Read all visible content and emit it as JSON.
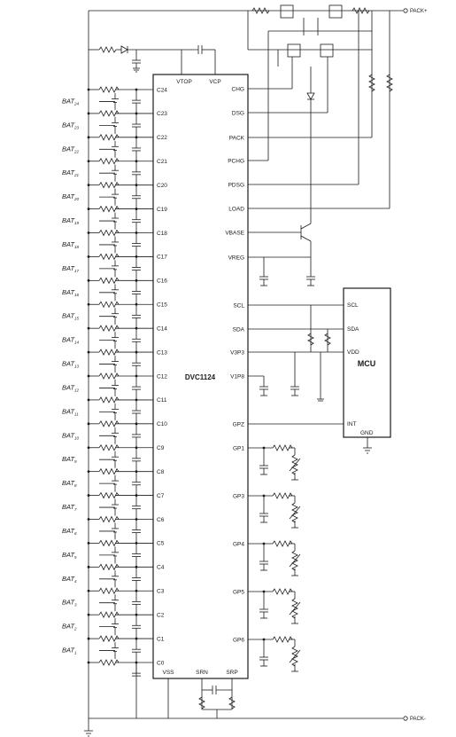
{
  "chip": {
    "name": "DVC1124",
    "left_pins": [
      "C24",
      "C23",
      "C22",
      "C21",
      "C20",
      "C19",
      "C18",
      "C17",
      "C16",
      "C15",
      "C14",
      "C13",
      "C12",
      "C11",
      "C10",
      "C9",
      "C8",
      "C7",
      "C6",
      "C5",
      "C4",
      "C3",
      "C2",
      "C1",
      "C0"
    ],
    "top_pins": [
      "VTOP",
      "VCP"
    ],
    "bottom_pins": [
      "VSS",
      "SRN",
      "SRP"
    ],
    "right_pins": [
      "CHG",
      "DSG",
      "PACK",
      "PCHG",
      "PDSG",
      "LOAD",
      "VBASE",
      "VREG",
      "SCL",
      "SDA",
      "V3P3",
      "V1P8",
      "GPZ",
      "GP1",
      "GP3",
      "GP4",
      "GP5",
      "GP6"
    ]
  },
  "batteries": [
    {
      "label": "BAT",
      "sub": "24"
    },
    {
      "label": "BAT",
      "sub": "23"
    },
    {
      "label": "BAT",
      "sub": "22"
    },
    {
      "label": "BAT",
      "sub": "21"
    },
    {
      "label": "BAT",
      "sub": "20"
    },
    {
      "label": "BAT",
      "sub": "19"
    },
    {
      "label": "BAT",
      "sub": "18"
    },
    {
      "label": "BAT",
      "sub": "17"
    },
    {
      "label": "BAT",
      "sub": "16"
    },
    {
      "label": "BAT",
      "sub": "15"
    },
    {
      "label": "BAT",
      "sub": "14"
    },
    {
      "label": "BAT",
      "sub": "13"
    },
    {
      "label": "BAT",
      "sub": "12"
    },
    {
      "label": "BAT",
      "sub": "11"
    },
    {
      "label": "BAT",
      "sub": "10"
    },
    {
      "label": "BAT",
      "sub": "9"
    },
    {
      "label": "BAT",
      "sub": "8"
    },
    {
      "label": "BAT",
      "sub": "7"
    },
    {
      "label": "BAT",
      "sub": "6"
    },
    {
      "label": "BAT",
      "sub": "5"
    },
    {
      "label": "BAT",
      "sub": "4"
    },
    {
      "label": "BAT",
      "sub": "3"
    },
    {
      "label": "BAT",
      "sub": "2"
    },
    {
      "label": "BAT",
      "sub": "1"
    }
  ],
  "mcu": {
    "name": "MCU",
    "pins": [
      "SCL",
      "SDA",
      "VDD",
      "INT",
      "GND"
    ]
  },
  "terminals": {
    "pack_plus": "PACK+",
    "pack_minus": "PACK-"
  }
}
